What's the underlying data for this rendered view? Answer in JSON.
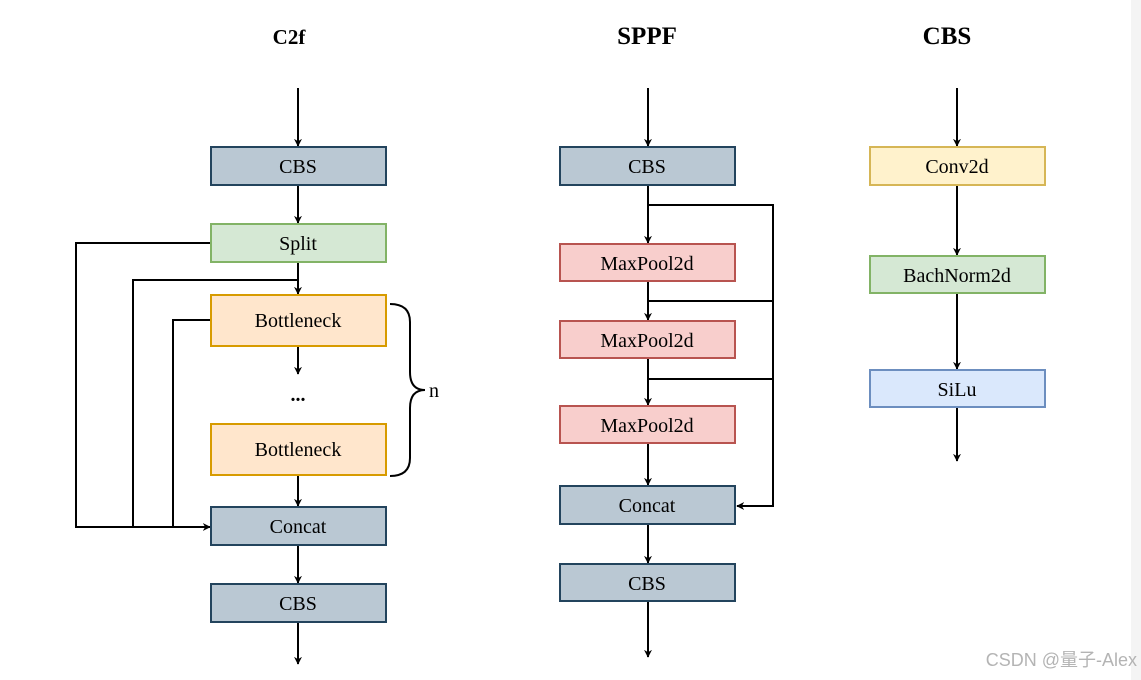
{
  "titles": {
    "c2f": "C2f",
    "sppf": "SPPF",
    "cbs": "CBS"
  },
  "c2f": {
    "cbs_top": "CBS",
    "split": "Split",
    "bottleneck_1": "Bottleneck",
    "ellipsis": "...",
    "bottleneck_n": "Bottleneck",
    "repeat_label": "n",
    "concat": "Concat",
    "cbs_bottom": "CBS"
  },
  "sppf": {
    "cbs_top": "CBS",
    "maxpool_1": "MaxPool2d",
    "maxpool_2": "MaxPool2d",
    "maxpool_3": "MaxPool2d",
    "concat": "Concat",
    "cbs_bottom": "CBS"
  },
  "cbs": {
    "conv": "Conv2d",
    "batchnorm": "BachNorm2d",
    "activation": "SiLu"
  },
  "watermark": "CSDN @量子-Alex",
  "colors": {
    "gray_fill": "#bac8d3",
    "gray_stroke": "#23445d",
    "green_fill": "#d5e8d4",
    "green_stroke": "#82b366",
    "orange_fill": "#ffe6cc",
    "orange_stroke": "#d79b00",
    "red_fill": "#f8cecc",
    "red_stroke": "#b85450",
    "yellow_fill": "#fff2cc",
    "yellow_stroke": "#d6b656",
    "blue_fill": "#dae8fc",
    "blue_stroke": "#6c8ebf"
  }
}
